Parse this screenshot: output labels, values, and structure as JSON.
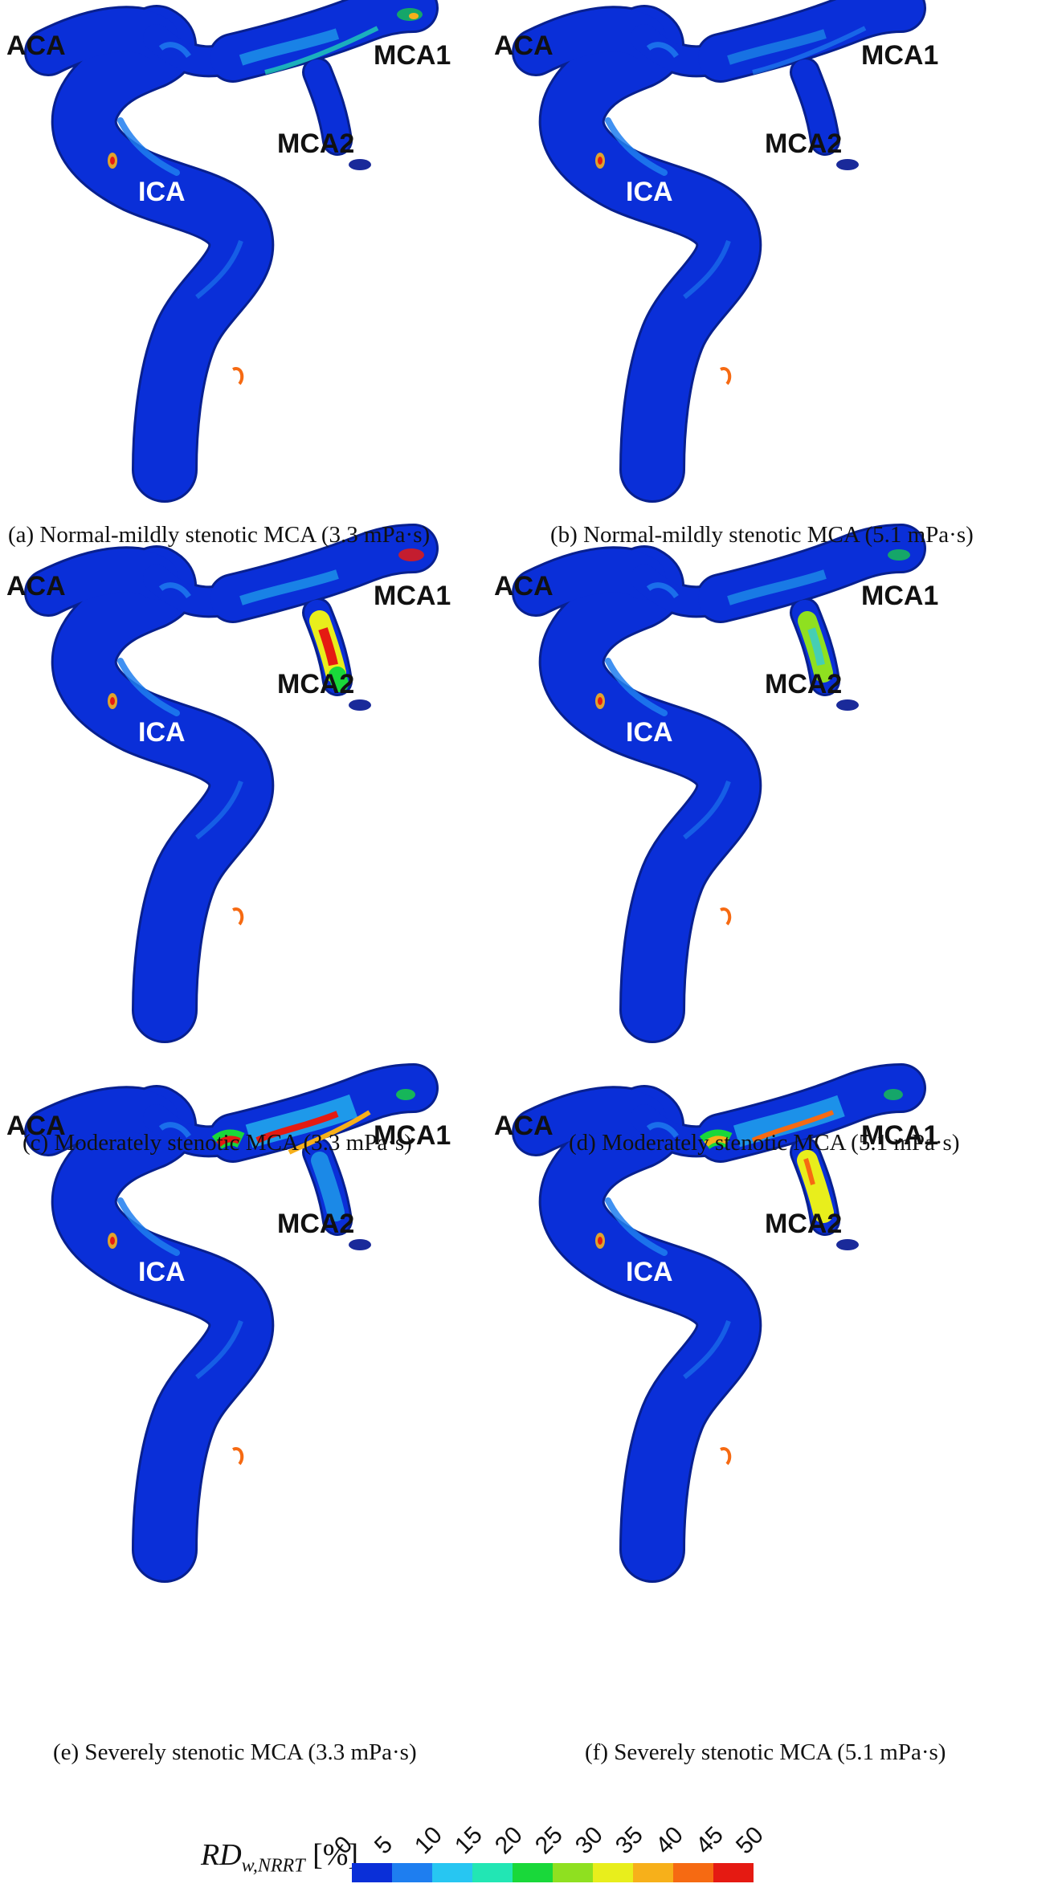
{
  "figure": {
    "labels": {
      "aca": "ACA",
      "mca1": "MCA1",
      "mca2": "MCA2",
      "ica": "ICA"
    },
    "panels": [
      {
        "caption": "(a) Normal-mildly stenotic MCA (3.3 mPa·s)"
      },
      {
        "caption": "(b) Normal-mildly stenotic MCA (5.1 mPa·s)"
      },
      {
        "caption": "(c) Moderately stenotic MCA (3.3 mPa·s)"
      },
      {
        "caption": "(d) Moderately stenotic MCA (5.1 mPa·s)"
      },
      {
        "caption": "(e) Severely stenotic MCA (3.3 mPa·s)"
      },
      {
        "caption": "(f) Severely stenotic MCA (5.1 mPa·s)"
      }
    ],
    "colorbar": {
      "title_main": "RD",
      "title_sub": "w,NRRT",
      "title_unit": " [%]",
      "ticks": [
        "0",
        "5",
        "10",
        "15",
        "20",
        "25",
        "30",
        "35",
        "40",
        "45",
        "50"
      ],
      "colors": [
        "#0a2fd8",
        "#1e7ef0",
        "#27c6f2",
        "#22e6b4",
        "#19d83a",
        "#8fe020",
        "#e8ee1c",
        "#f7b01a",
        "#f66a12",
        "#e51a12"
      ]
    }
  }
}
